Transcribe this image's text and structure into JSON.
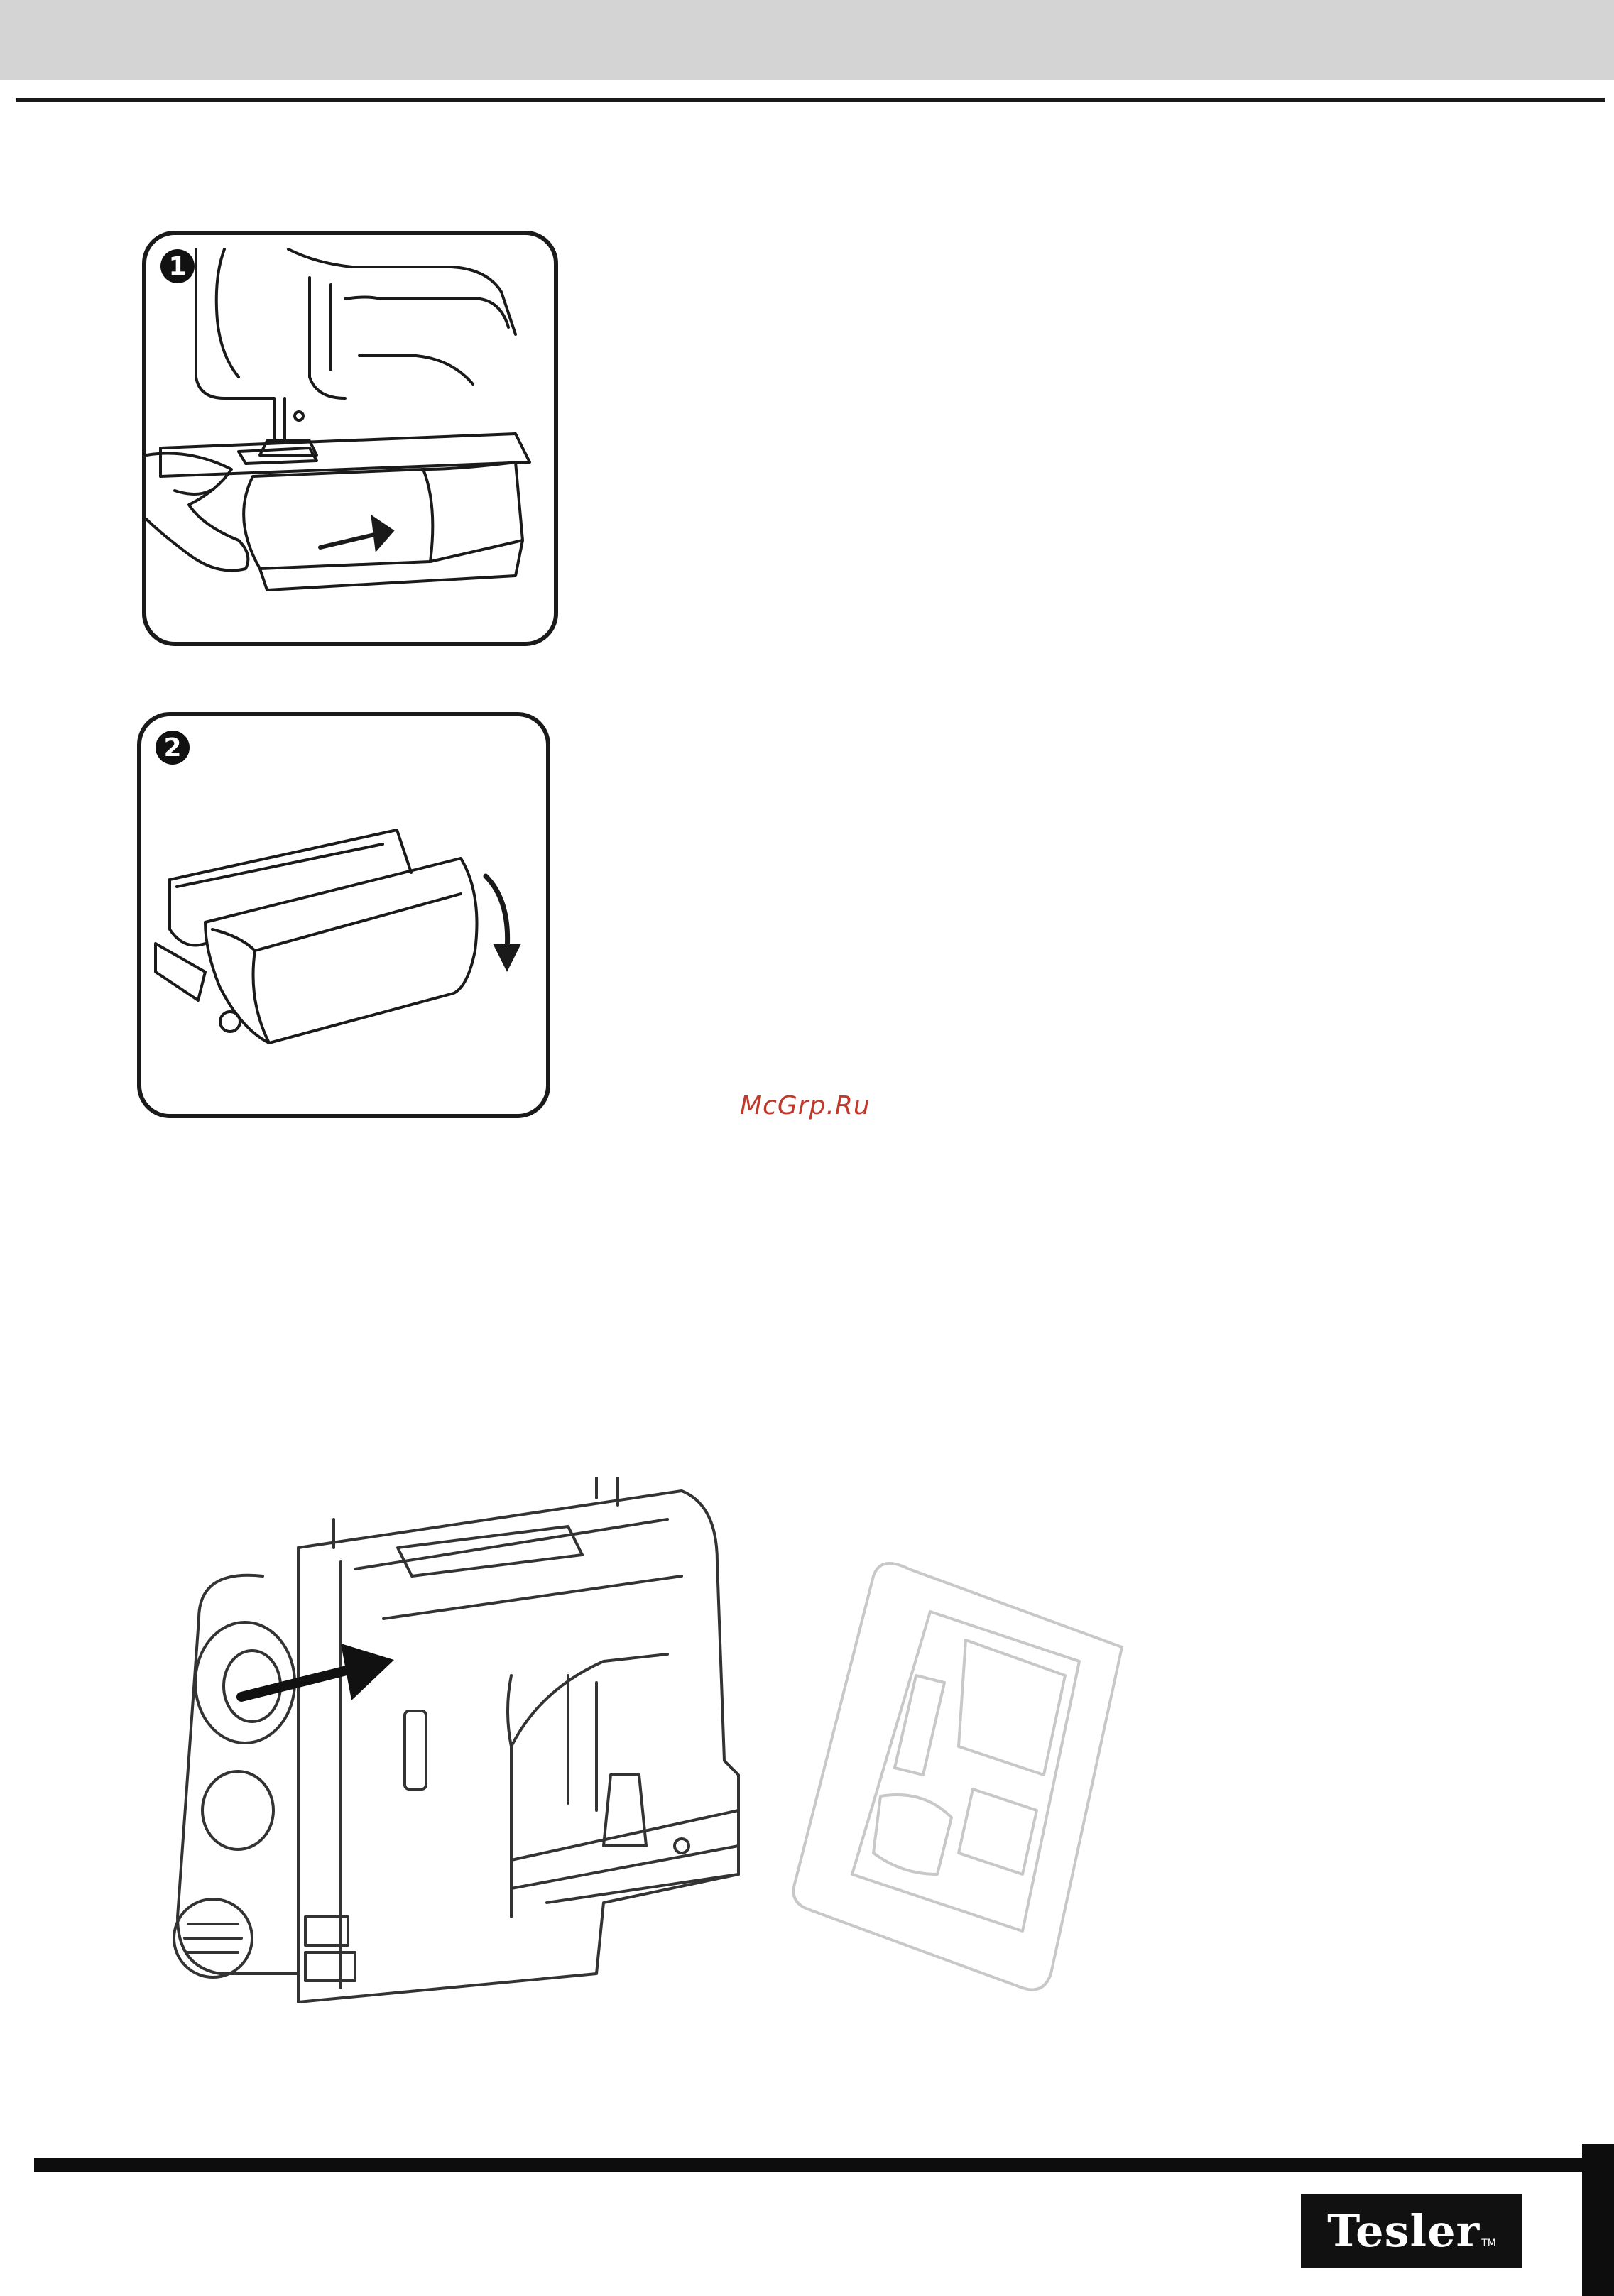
{
  "figures": [
    {
      "step": "1",
      "icon": "slide-off-extension-table-illustration"
    },
    {
      "step": "2",
      "icon": "open-accessory-box-lid-illustration"
    }
  ],
  "watermark": "McGrp.Ru",
  "illustration": {
    "icon": "sewing-machine-with-foam-packaging-illustration"
  },
  "brand": {
    "name": "Tesler",
    "trademark": "TM"
  }
}
